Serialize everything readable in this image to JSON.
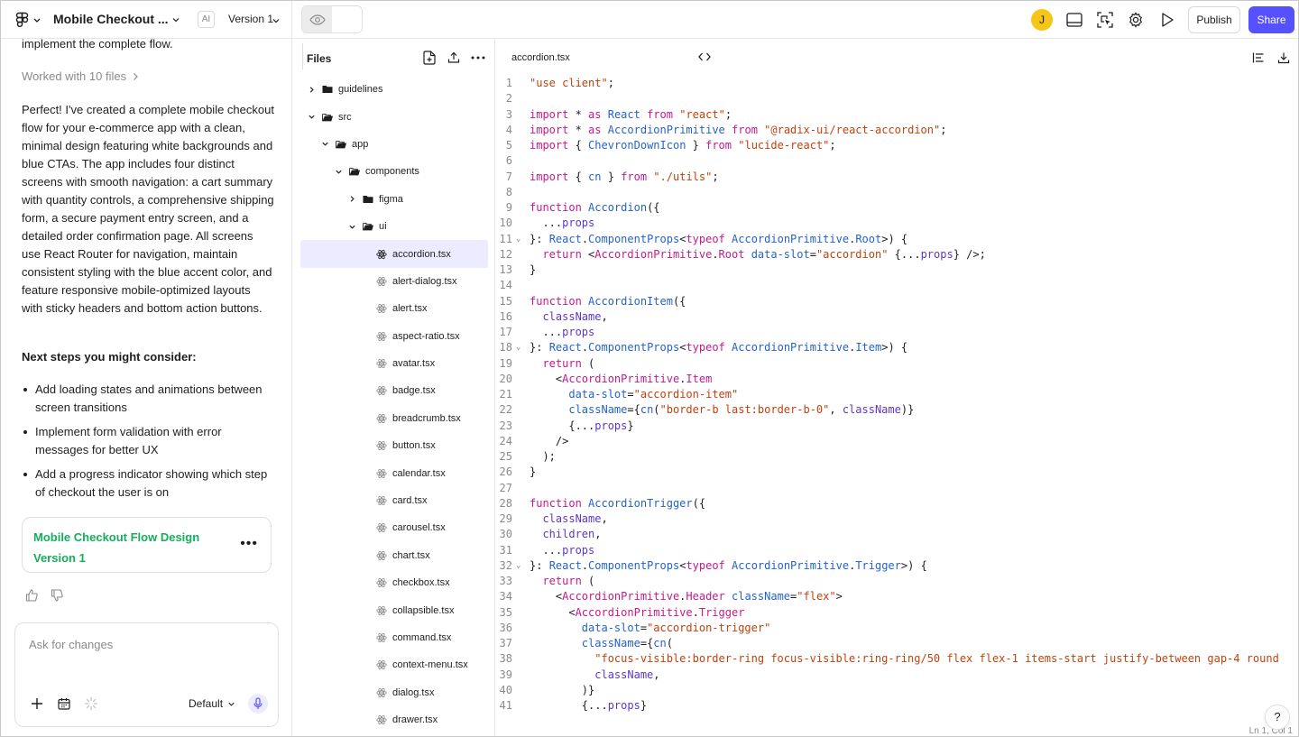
{
  "app": {
    "project_name": "Mobile Checkout ...",
    "ai_badge": "AI",
    "version": "Version 1",
    "avatar_initial": "J",
    "publish_label": "Publish",
    "share_label": "Share",
    "accent_color": "#5551ff",
    "avatar_color": "#f5c518"
  },
  "chat": {
    "cut_text": "implement the complete flow.",
    "worked_label": "Worked with 10 files",
    "summary": "Perfect! I've created a complete mobile checkout flow for your e-commerce app with a clean, minimal design featuring white backgrounds and blue CTAs. The app includes four distinct screens with smooth navigation: a cart summary with quantity controls, a comprehensive shipping form, a secure payment entry screen, and a detailed order confirmation page. All screens use React Router for navigation, maintain consistent styling with the blue accent color, and feature responsive mobile-optimized layouts with sticky headers and bottom action buttons.",
    "next_steps_title": "Next steps you might consider:",
    "next_steps": [
      "Add loading states and animations between screen transitions",
      "Implement form validation with error messages for better UX",
      "Add a progress indicator showing which step of checkout the user is on"
    ],
    "card_title": "Mobile Checkout Flow Design",
    "card_version": "Version 1",
    "card_color": "#14ae5c",
    "input_placeholder": "Ask for changes",
    "model_label": "Default"
  },
  "files": {
    "title": "Files",
    "tree": [
      {
        "label": "guidelines",
        "type": "folder",
        "depth": 0,
        "expanded": false
      },
      {
        "label": "src",
        "type": "folder",
        "depth": 0,
        "expanded": true
      },
      {
        "label": "app",
        "type": "folder",
        "depth": 1,
        "expanded": true
      },
      {
        "label": "components",
        "type": "folder",
        "depth": 2,
        "expanded": true
      },
      {
        "label": "figma",
        "type": "folder",
        "depth": 3,
        "expanded": false
      },
      {
        "label": "ui",
        "type": "folder",
        "depth": 3,
        "expanded": true
      },
      {
        "label": "accordion.tsx",
        "type": "file",
        "depth": 4,
        "selected": true
      },
      {
        "label": "alert-dialog.tsx",
        "type": "file",
        "depth": 4
      },
      {
        "label": "alert.tsx",
        "type": "file",
        "depth": 4
      },
      {
        "label": "aspect-ratio.tsx",
        "type": "file",
        "depth": 4
      },
      {
        "label": "avatar.tsx",
        "type": "file",
        "depth": 4
      },
      {
        "label": "badge.tsx",
        "type": "file",
        "depth": 4
      },
      {
        "label": "breadcrumb.tsx",
        "type": "file",
        "depth": 4
      },
      {
        "label": "button.tsx",
        "type": "file",
        "depth": 4
      },
      {
        "label": "calendar.tsx",
        "type": "file",
        "depth": 4
      },
      {
        "label": "card.tsx",
        "type": "file",
        "depth": 4
      },
      {
        "label": "carousel.tsx",
        "type": "file",
        "depth": 4
      },
      {
        "label": "chart.tsx",
        "type": "file",
        "depth": 4
      },
      {
        "label": "checkbox.tsx",
        "type": "file",
        "depth": 4
      },
      {
        "label": "collapsible.tsx",
        "type": "file",
        "depth": 4
      },
      {
        "label": "command.tsx",
        "type": "file",
        "depth": 4
      },
      {
        "label": "context-menu.tsx",
        "type": "file",
        "depth": 4
      },
      {
        "label": "dialog.tsx",
        "type": "file",
        "depth": 4
      },
      {
        "label": "drawer.tsx",
        "type": "file",
        "depth": 4
      }
    ]
  },
  "editor": {
    "tab_name": "accordion.tsx",
    "status": "Ln 1, Col 1",
    "lines": [
      [
        [
          "str",
          "\"use client\""
        ],
        [
          "p",
          ";"
        ]
      ],
      [],
      [
        [
          "kw",
          "import"
        ],
        [
          "p",
          " * "
        ],
        [
          "kw",
          "as"
        ],
        [
          "p",
          " "
        ],
        [
          "fn",
          "React"
        ],
        [
          "p",
          " "
        ],
        [
          "kw",
          "from"
        ],
        [
          "p",
          " "
        ],
        [
          "str",
          "\"react\""
        ],
        [
          "p",
          ";"
        ]
      ],
      [
        [
          "kw",
          "import"
        ],
        [
          "p",
          " * "
        ],
        [
          "kw",
          "as"
        ],
        [
          "p",
          " "
        ],
        [
          "fn",
          "AccordionPrimitive"
        ],
        [
          "p",
          " "
        ],
        [
          "kw",
          "from"
        ],
        [
          "p",
          " "
        ],
        [
          "str",
          "\"@radix-ui/react-accordion\""
        ],
        [
          "p",
          ";"
        ]
      ],
      [
        [
          "kw",
          "import"
        ],
        [
          "p",
          " { "
        ],
        [
          "fn",
          "ChevronDownIcon"
        ],
        [
          "p",
          " } "
        ],
        [
          "kw",
          "from"
        ],
        [
          "p",
          " "
        ],
        [
          "str",
          "\"lucide-react\""
        ],
        [
          "p",
          ";"
        ]
      ],
      [],
      [
        [
          "kw",
          "import"
        ],
        [
          "p",
          " { "
        ],
        [
          "fn",
          "cn"
        ],
        [
          "p",
          " } "
        ],
        [
          "kw",
          "from"
        ],
        [
          "p",
          " "
        ],
        [
          "str",
          "\"./utils\""
        ],
        [
          "p",
          ";"
        ]
      ],
      [],
      [
        [
          "kw",
          "function"
        ],
        [
          "p",
          " "
        ],
        [
          "fn",
          "Accordion"
        ],
        [
          "p",
          "({"
        ]
      ],
      [
        [
          "p",
          "  ..."
        ],
        [
          "prop",
          "props"
        ]
      ],
      [
        [
          "p",
          "}: "
        ],
        [
          "fn",
          "React"
        ],
        [
          "p",
          "."
        ],
        [
          "fn",
          "ComponentProps"
        ],
        [
          "p",
          "<"
        ],
        [
          "kw",
          "typeof"
        ],
        [
          "p",
          " "
        ],
        [
          "fn",
          "AccordionPrimitive"
        ],
        [
          "p",
          "."
        ],
        [
          "fn",
          "Root"
        ],
        [
          "p",
          ">) {"
        ]
      ],
      [
        [
          "p",
          "  "
        ],
        [
          "kw",
          "return"
        ],
        [
          "p",
          " <"
        ],
        [
          "tag",
          "AccordionPrimitive"
        ],
        [
          "p",
          "."
        ],
        [
          "tag",
          "Root"
        ],
        [
          "p",
          " "
        ],
        [
          "attr",
          "data-slot"
        ],
        [
          "p",
          "="
        ],
        [
          "str",
          "\"accordion\""
        ],
        [
          "p",
          " {..."
        ],
        [
          "prop",
          "props"
        ],
        [
          "p",
          "} />;"
        ]
      ],
      [
        [
          "p",
          "}"
        ]
      ],
      [],
      [
        [
          "kw",
          "function"
        ],
        [
          "p",
          " "
        ],
        [
          "fn",
          "AccordionItem"
        ],
        [
          "p",
          "({"
        ]
      ],
      [
        [
          "p",
          "  "
        ],
        [
          "prop",
          "className"
        ],
        [
          "p",
          ","
        ]
      ],
      [
        [
          "p",
          "  ..."
        ],
        [
          "prop",
          "props"
        ]
      ],
      [
        [
          "p",
          "}: "
        ],
        [
          "fn",
          "React"
        ],
        [
          "p",
          "."
        ],
        [
          "fn",
          "ComponentProps"
        ],
        [
          "p",
          "<"
        ],
        [
          "kw",
          "typeof"
        ],
        [
          "p",
          " "
        ],
        [
          "fn",
          "AccordionPrimitive"
        ],
        [
          "p",
          "."
        ],
        [
          "fn",
          "Item"
        ],
        [
          "p",
          ">) {"
        ]
      ],
      [
        [
          "p",
          "  "
        ],
        [
          "kw",
          "return"
        ],
        [
          "p",
          " ("
        ]
      ],
      [
        [
          "p",
          "    <"
        ],
        [
          "tag",
          "AccordionPrimitive"
        ],
        [
          "p",
          "."
        ],
        [
          "tag",
          "Item"
        ]
      ],
      [
        [
          "p",
          "      "
        ],
        [
          "attr",
          "data-slot"
        ],
        [
          "p",
          "="
        ],
        [
          "str",
          "\"accordion-item\""
        ]
      ],
      [
        [
          "p",
          "      "
        ],
        [
          "attr",
          "className"
        ],
        [
          "p",
          "={"
        ],
        [
          "fn",
          "cn"
        ],
        [
          "p",
          "("
        ],
        [
          "str",
          "\"border-b last:border-b-0\""
        ],
        [
          "p",
          ", "
        ],
        [
          "prop",
          "className"
        ],
        [
          "p",
          ")}"
        ]
      ],
      [
        [
          "p",
          "      {..."
        ],
        [
          "prop",
          "props"
        ],
        [
          "p",
          "}"
        ]
      ],
      [
        [
          "p",
          "    />"
        ]
      ],
      [
        [
          "p",
          "  );"
        ]
      ],
      [
        [
          "p",
          "}"
        ]
      ],
      [],
      [
        [
          "kw",
          "function"
        ],
        [
          "p",
          " "
        ],
        [
          "fn",
          "AccordionTrigger"
        ],
        [
          "p",
          "({"
        ]
      ],
      [
        [
          "p",
          "  "
        ],
        [
          "prop",
          "className"
        ],
        [
          "p",
          ","
        ]
      ],
      [
        [
          "p",
          "  "
        ],
        [
          "prop",
          "children"
        ],
        [
          "p",
          ","
        ]
      ],
      [
        [
          "p",
          "  ..."
        ],
        [
          "prop",
          "props"
        ]
      ],
      [
        [
          "p",
          "}: "
        ],
        [
          "fn",
          "React"
        ],
        [
          "p",
          "."
        ],
        [
          "fn",
          "ComponentProps"
        ],
        [
          "p",
          "<"
        ],
        [
          "kw",
          "typeof"
        ],
        [
          "p",
          " "
        ],
        [
          "fn",
          "AccordionPrimitive"
        ],
        [
          "p",
          "."
        ],
        [
          "fn",
          "Trigger"
        ],
        [
          "p",
          ">) {"
        ]
      ],
      [
        [
          "p",
          "  "
        ],
        [
          "kw",
          "return"
        ],
        [
          "p",
          " ("
        ]
      ],
      [
        [
          "p",
          "    <"
        ],
        [
          "tag",
          "AccordionPrimitive"
        ],
        [
          "p",
          "."
        ],
        [
          "tag",
          "Header"
        ],
        [
          "p",
          " "
        ],
        [
          "attr",
          "className"
        ],
        [
          "p",
          "="
        ],
        [
          "str",
          "\"flex\""
        ],
        [
          "p",
          ">"
        ]
      ],
      [
        [
          "p",
          "      <"
        ],
        [
          "tag",
          "AccordionPrimitive"
        ],
        [
          "p",
          "."
        ],
        [
          "tag",
          "Trigger"
        ]
      ],
      [
        [
          "p",
          "        "
        ],
        [
          "attr",
          "data-slot"
        ],
        [
          "p",
          "="
        ],
        [
          "str",
          "\"accordion-trigger\""
        ]
      ],
      [
        [
          "p",
          "        "
        ],
        [
          "attr",
          "className"
        ],
        [
          "p",
          "={"
        ],
        [
          "fn",
          "cn"
        ],
        [
          "p",
          "("
        ]
      ],
      [
        [
          "p",
          "          "
        ],
        [
          "str",
          "\"focus-visible:border-ring focus-visible:ring-ring/50 flex flex-1 items-start justify-between gap-4 round"
        ]
      ],
      [
        [
          "p",
          "          "
        ],
        [
          "prop",
          "className"
        ],
        [
          "p",
          ","
        ]
      ],
      [
        [
          "p",
          "        )}"
        ]
      ],
      [
        [
          "p",
          "        {..."
        ],
        [
          "prop",
          "props"
        ],
        [
          "p",
          "}"
        ]
      ]
    ],
    "fold_lines": [
      11,
      18,
      32
    ]
  }
}
